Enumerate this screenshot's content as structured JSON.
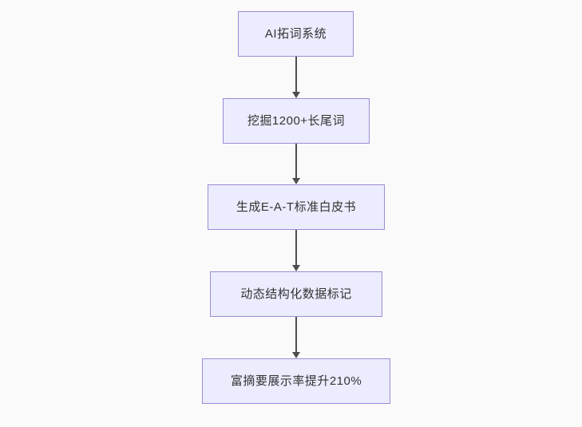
{
  "flowchart": {
    "type": "vertical-flowchart",
    "colors": {
      "canvas_bg": "#fafafa",
      "node_fill": "#ececff",
      "node_border": "#9c8bd4",
      "node_text": "#333333",
      "arrow": "#4d4d4d"
    },
    "nodes": [
      {
        "label": "AI拓词系统"
      },
      {
        "label": "挖掘1200+长尾词"
      },
      {
        "label": "生成E-A-T标准白皮书"
      },
      {
        "label": "动态结构化数据标记"
      },
      {
        "label": "富摘要展示率提升210%"
      }
    ],
    "edges": [
      {
        "from": "AI拓词系统",
        "to": "挖掘1200+长尾词"
      },
      {
        "from": "挖掘1200+长尾词",
        "to": "生成E-A-T标准白皮书"
      },
      {
        "from": "生成E-A-T标准白皮书",
        "to": "动态结构化数据标记"
      },
      {
        "from": "动态结构化数据标记",
        "to": "富摘要展示率提升210%"
      }
    ]
  }
}
